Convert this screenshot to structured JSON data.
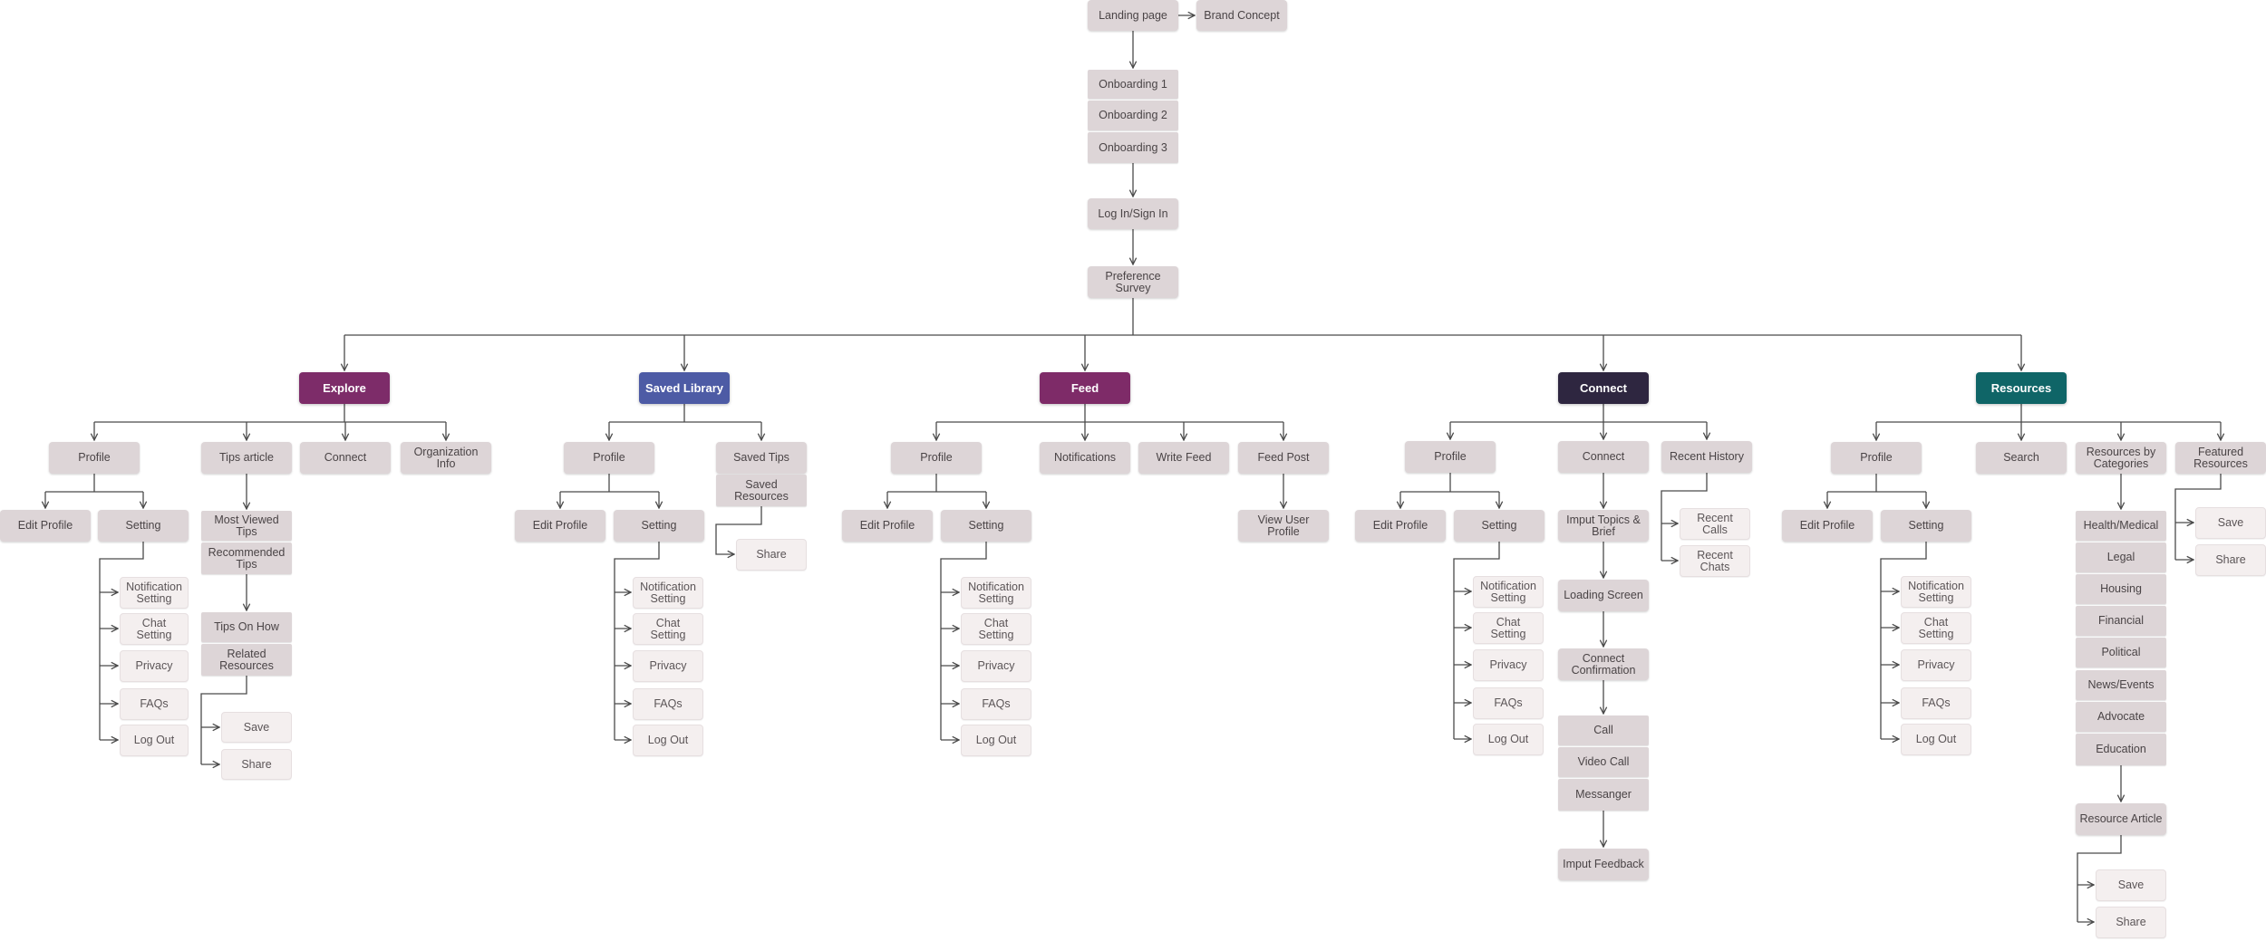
{
  "nodes": {
    "landing": "Landing page",
    "brand": "Brand Concept",
    "onboarding1": "Onboarding 1",
    "onboarding2": "Onboarding 2",
    "onboarding3": "Onboarding 3",
    "login": "Log In/Sign In",
    "survey": "Preference Survey",
    "explore": "Explore",
    "saved_library": "Saved Library",
    "feed": "Feed",
    "connect": "Connect",
    "resources": "Resources",
    "ex_profile": "Profile",
    "ex_tips_article": "Tips article",
    "ex_connect": "Connect",
    "ex_org_info": "Organization Info",
    "ex_edit_profile": "Edit Profile",
    "ex_setting": "Setting",
    "ex_notif": "Notification Setting",
    "ex_chat": "Chat Setting",
    "ex_privacy": "Privacy",
    "ex_faqs": "FAQs",
    "ex_logout": "Log Out",
    "ex_most_viewed": "Most Viewed Tips",
    "ex_recommended": "Recommended Tips",
    "ex_tips_on_how": "Tips On How",
    "ex_related": "Related Resources",
    "ex_save": "Save",
    "ex_share": "Share",
    "sl_profile": "Profile",
    "sl_saved_tips": "Saved Tips",
    "sl_saved_resources": "Saved Resources",
    "sl_share": "Share",
    "sl_edit_profile": "Edit Profile",
    "sl_setting": "Setting",
    "sl_notif": "Notification Setting",
    "sl_chat": "Chat Setting",
    "sl_privacy": "Privacy",
    "sl_faqs": "FAQs",
    "sl_logout": "Log Out",
    "fd_profile": "Profile",
    "fd_notifications": "Notifications",
    "fd_write_feed": "Write Feed",
    "fd_feed_post": "Feed Post",
    "fd_view_user": "View User Profile",
    "fd_edit_profile": "Edit Profile",
    "fd_setting": "Setting",
    "fd_notif": "Notification Setting",
    "fd_chat": "Chat Setting",
    "fd_privacy": "Privacy",
    "fd_faqs": "FAQs",
    "fd_logout": "Log Out",
    "cn_profile": "Profile",
    "cn_connect": "Connect",
    "cn_recent_history": "Recent History",
    "cn_recent_calls": "Recent Calls",
    "cn_recent_chats": "Recent Chats",
    "cn_input_topics": "Imput Topics & Brief",
    "cn_loading": "Loading Screen",
    "cn_confirmation": "Connect Confirmation",
    "cn_call": "Call",
    "cn_video_call": "Video Call",
    "cn_messenger": "Messanger",
    "cn_input_feedback": "Imput Feedback",
    "cn_edit_profile": "Edit Profile",
    "cn_setting": "Setting",
    "cn_notif": "Notification Setting",
    "cn_chat": "Chat Setting",
    "cn_privacy": "Privacy",
    "cn_faqs": "FAQs",
    "cn_logout": "Log Out",
    "rs_profile": "Profile",
    "rs_search": "Search",
    "rs_by_categories": "Resources by Categories",
    "rs_featured": "Featured Resources",
    "rs_feat_save": "Save",
    "rs_feat_share": "Share",
    "rs_health": "Health/Medical",
    "rs_legal": "Legal",
    "rs_housing": "Housing",
    "rs_financial": "Financial",
    "rs_political": "Political",
    "rs_news": "News/Events",
    "rs_advocate": "Advocate",
    "rs_education": "Education",
    "rs_article": "Resource Article",
    "rs_art_save": "Save",
    "rs_art_share": "Share",
    "rs_edit_profile": "Edit Profile",
    "rs_setting": "Setting",
    "rs_notif": "Notification Setting",
    "rs_chat": "Chat Setting",
    "rs_privacy": "Privacy",
    "rs_faqs": "FAQs",
    "rs_logout": "Log Out"
  },
  "colors": {
    "explore": "#7d2c69",
    "saved_library": "#4d5ba5",
    "feed": "#7e2b68",
    "connect": "#2e2640",
    "resources": "#0f6567",
    "node": "#ddd5d7",
    "sub_node": "#f4efef",
    "connector": "#4a4a4a"
  }
}
